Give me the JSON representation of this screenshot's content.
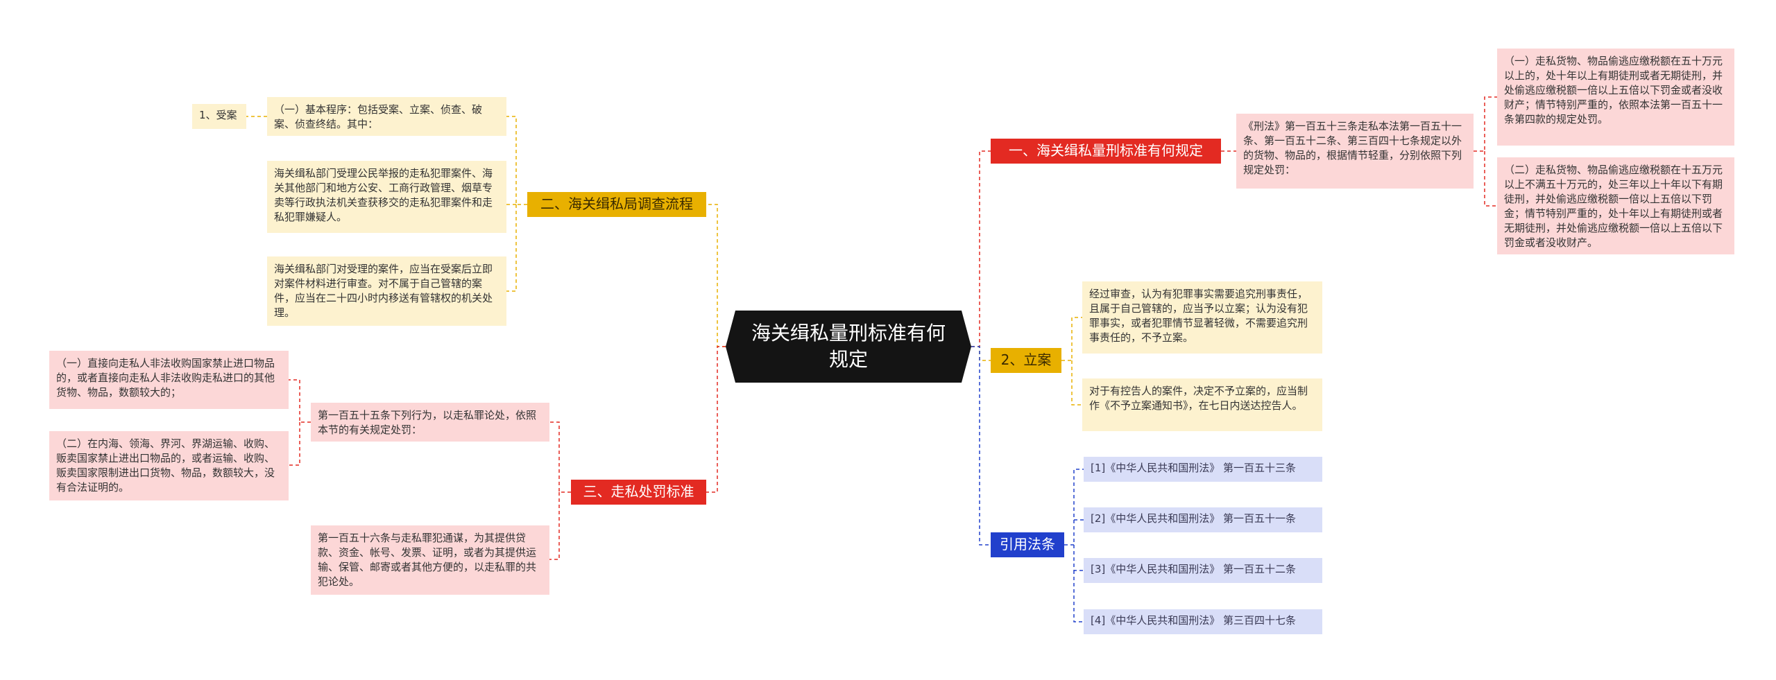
{
  "center": {
    "title": "海关缉私量刑标准有何规定"
  },
  "colors": {
    "red": "#e32a22",
    "yellow": "#e8b000",
    "blue": "#2140cc"
  },
  "branches": {
    "b1": {
      "label": "一、海关缉私量刑标准有何规定",
      "detail": "《刑法》第一百五十三条走私本法第一百五十一条、第一百五十二条、第三百四十七条规定以外的货物、物品的，根据情节轻重，分别依照下列规定处罚：",
      "item1": "（一）走私货物、物品偷逃应缴税额在五十万元以上的，处十年以上有期徒刑或者无期徒刑，并处偷逃应缴税额一倍以上五倍以下罚金或者没收财产；情节特别严重的，依照本法第一百五十一条第四款的规定处罚。",
      "item2": "（二）走私货物、物品偷逃应缴税额在十五万元以上不满五十万元的，处三年以上十年以下有期徒刑，并处偷逃应缴税额一倍以上五倍以下罚金；情节特别严重的，处十年以上有期徒刑或者无期徒刑，并处偷逃应缴税额一倍以上五倍以下罚金或者没收财产。"
    },
    "b2": {
      "label": "2、立案",
      "item1": "经过审查，认为有犯罪事实需要追究刑事责任，且属于自己管辖的，应当予以立案；认为没有犯罪事实，或者犯罪情节显著轻微，不需要追究刑事责任的，不予立案。",
      "item2": "对于有控告人的案件，决定不予立案的，应当制作《不予立案通知书》，在七日内送达控告人。"
    },
    "b3": {
      "label": "引用法条",
      "refs": [
        "[1]《中华人民共和国刑法》 第一百五十三条",
        "[2]《中华人民共和国刑法》 第一百五十一条",
        "[3]《中华人民共和国刑法》 第一百五十二条",
        "[4]《中华人民共和国刑法》 第三百四十七条"
      ]
    },
    "b4": {
      "label": "二、海关缉私局调查流程",
      "item1": "（一）基本程序：包括受案、立案、侦查、破案、侦查终结。其中：",
      "item1_sub": "1、受案",
      "item2": "海关缉私部门受理公民举报的走私犯罪案件、海关其他部门和地方公安、工商行政管理、烟草专卖等行政执法机关查获移交的走私犯罪案件和走私犯罪嫌疑人。",
      "item3": "海关缉私部门对受理的案件，应当在受案后立即对案件材料进行审查。对不属于自己管辖的案件，应当在二十四小时内移送有管辖权的机关处理。"
    },
    "b5": {
      "label": "三、走私处罚标准",
      "item1": "第一百五十五条下列行为，以走私罪论处，依照本节的有关规定处罚：",
      "sub1": "（一）直接向走私人非法收购国家禁止进口物品的，或者直接向走私人非法收购走私进口的其他货物、物品，数额较大的；",
      "sub2": "（二）在内海、领海、界河、界湖运输、收购、贩卖国家禁止进出口物品的，或者运输、收购、贩卖国家限制进出口货物、物品，数额较大，没有合法证明的。",
      "item2": "第一百五十六条与走私罪犯通谋，为其提供贷款、资金、帐号、发票、证明，或者为其提供运输、保管、邮寄或者其他方便的，以走私罪的共犯论处。"
    }
  }
}
